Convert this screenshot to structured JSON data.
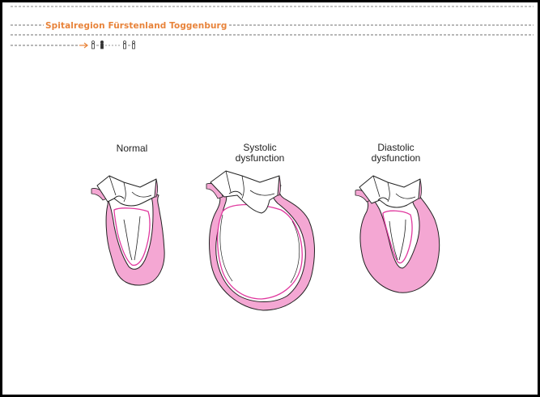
{
  "header": {
    "title": "Spitalregion Fürstenland Toggenburg",
    "accent_color": "#e8833a"
  },
  "figure": {
    "panels": [
      {
        "name": "normal",
        "label": "Normal"
      },
      {
        "name": "systolic",
        "label": "Systolic\ndysfunction"
      },
      {
        "name": "diastolic",
        "label": "Diastolic\ndysfunction"
      }
    ],
    "myocardium_color": "#f4a7d3",
    "endocardium_color": "#e0389e"
  }
}
